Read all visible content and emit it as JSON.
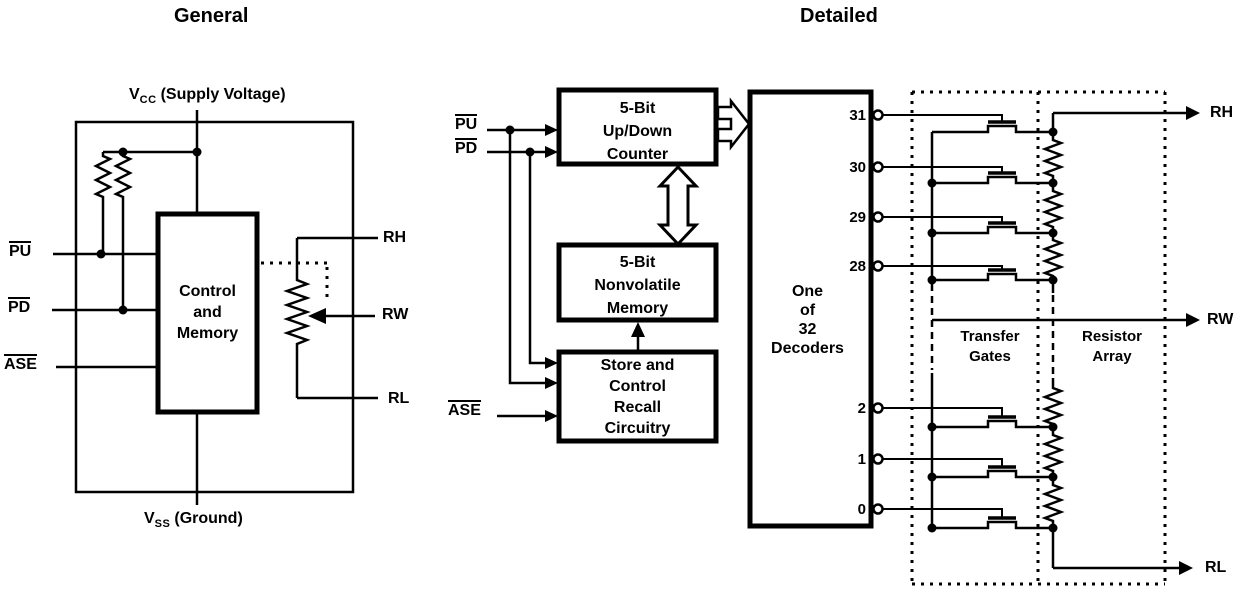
{
  "titles": {
    "general": "General",
    "detailed": "Detailed"
  },
  "colors": {
    "ink": "#000000",
    "background": "#ffffff"
  },
  "general": {
    "supply": {
      "vcc": "V",
      "vcc_sub": "CC",
      "vcc_desc": "(Supply Voltage)",
      "vss": "V",
      "vss_sub": "SS",
      "vss_desc": "(Ground)"
    },
    "pins": {
      "pu": "PU",
      "pd": "PD",
      "ase": "ASE",
      "rh": "RH",
      "rw": "RW",
      "rl": "RL"
    },
    "control_box": [
      "Control",
      "and",
      "Memory"
    ]
  },
  "detailed": {
    "pins": {
      "pu": "PU",
      "pd": "PD",
      "ase": "ASE",
      "rh": "RH",
      "rw": "RW",
      "rl": "RL"
    },
    "counter_box": [
      "5-Bit",
      "Up/Down",
      "Counter"
    ],
    "memory_box": [
      "5-Bit",
      "Nonvolatile",
      "Memory"
    ],
    "store_box": [
      "Store and",
      "Control",
      "Recall",
      "Circuitry"
    ],
    "decoder_box": [
      "One",
      "of",
      "32",
      "Decoders"
    ],
    "outputs": [
      "31",
      "30",
      "29",
      "28",
      "2",
      "1",
      "0"
    ],
    "regions": {
      "transfer_gates": [
        "Transfer",
        "Gates"
      ],
      "resistor_array": [
        "Resistor",
        "Array"
      ]
    }
  }
}
